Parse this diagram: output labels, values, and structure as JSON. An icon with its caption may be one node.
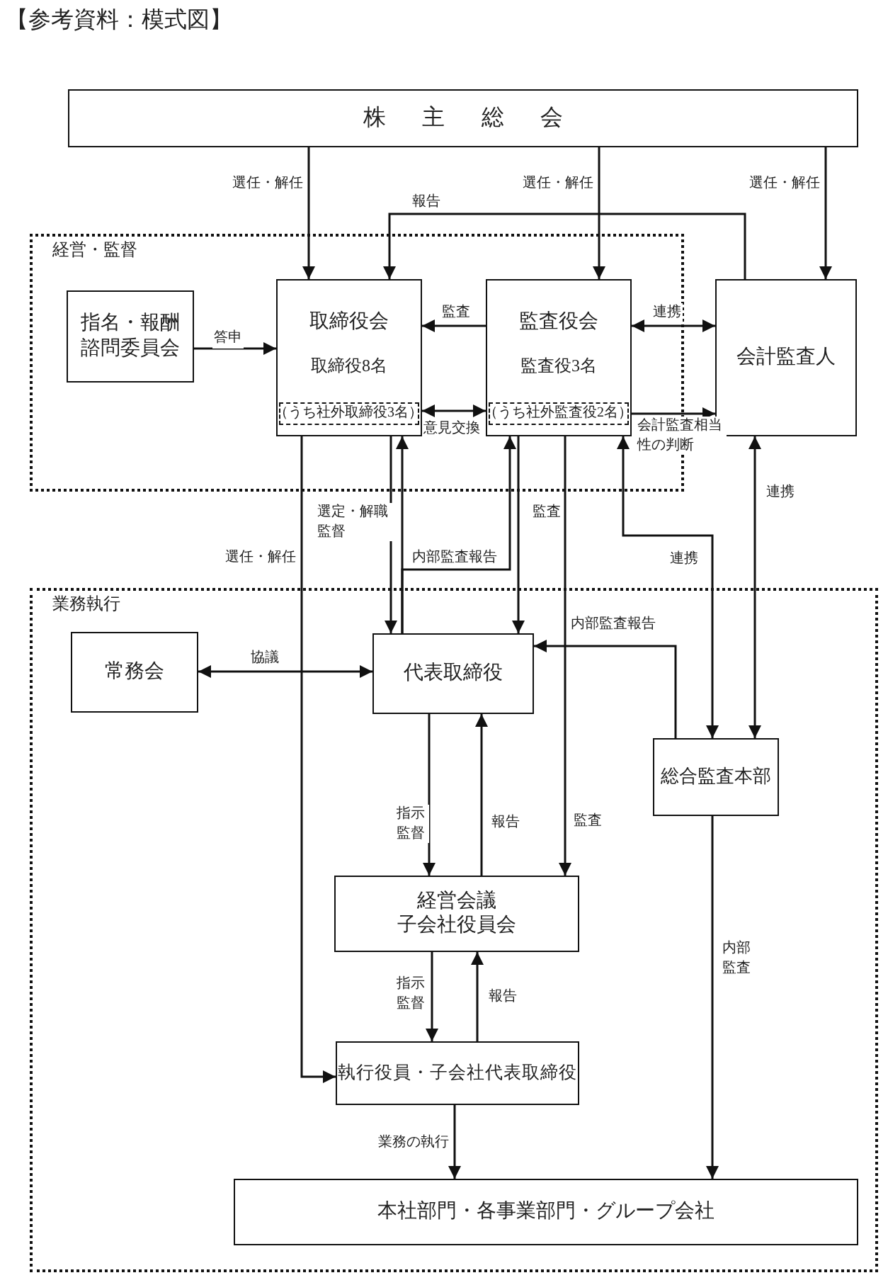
{
  "diagram": {
    "title": "【参考資料：模式図】",
    "nodes": [
      {
        "text": [
          "株主総会"
        ]
      },
      {
        "text": [
          "経営・監督"
        ]
      },
      {
        "text": [
          "指名・報酬諮問委員会"
        ],
        "in": 1
      },
      {
        "text": [
          "取締役会",
          "取締役8名"
        ],
        "in": 1
      },
      {
        "text": [
          "（うち社外取締役3名）"
        ],
        "in": 3
      },
      {
        "text": [
          "監査役会",
          "監査役3名"
        ],
        "in": 1
      },
      {
        "text": [
          "（うち社外監査役2名）"
        ],
        "in": 5
      },
      {
        "text": [
          "会計監査人"
        ]
      },
      {
        "text": [
          "業務執行"
        ]
      },
      {
        "text": [
          "常務会"
        ],
        "in": 8
      },
      {
        "text": [
          "代表取締役"
        ],
        "in": 8
      },
      {
        "text": [
          "総合監査本部"
        ],
        "in": 8
      },
      {
        "text": [
          "経営会議",
          "子会社役員会"
        ],
        "in": 8
      },
      {
        "text": [
          "執行役員・子会社代表取締役"
        ],
        "in": 8
      },
      {
        "text": [
          "本社部門・各事業部門・グループ会社"
        ],
        "in": 8
      }
    ],
    "edges": [
      {
        "from": 0,
        "to": 3,
        "arrow": "to",
        "label": "選任・解任"
      },
      {
        "from": 0,
        "to": 5,
        "arrow": "to",
        "label": "選任・解任"
      },
      {
        "from": 0,
        "to": 7,
        "arrow": "to",
        "label": "選任・解任"
      },
      {
        "from": 7,
        "to": 3,
        "arrow": "to",
        "label": "報告"
      },
      {
        "from": 2,
        "to": 3,
        "arrow": "to",
        "label": "答申"
      },
      {
        "from": 5,
        "to": 3,
        "arrow": "to",
        "label": "監査"
      },
      {
        "from": 5,
        "to": 7,
        "arrow": "both",
        "label": "連携"
      },
      {
        "from": 3,
        "to": 5,
        "arrow": "both",
        "label": "意見交換"
      },
      {
        "from": 5,
        "to": 7,
        "arrow": "to",
        "label": "会計監査相当性の判断"
      },
      {
        "from": 3,
        "to": 10,
        "arrow": "to",
        "label": "選定・解職監督"
      },
      {
        "from": 10,
        "to": 3,
        "arrow": "to"
      },
      {
        "from": 10,
        "to": 5,
        "arrow": "to",
        "label": "内部監査報告"
      },
      {
        "from": 5,
        "to": 10,
        "arrow": "to",
        "label": "監査"
      },
      {
        "from": 3,
        "to": 13,
        "arrow": "to",
        "label": "選任・解任"
      },
      {
        "from": 5,
        "to": 12,
        "arrow": "to",
        "label": "監査"
      },
      {
        "from": 11,
        "to": 5,
        "arrow": "both",
        "label": "連携"
      },
      {
        "from": 7,
        "to": 11,
        "arrow": "both",
        "label": "連携"
      },
      {
        "from": 9,
        "to": 10,
        "arrow": "both",
        "label": "協議"
      },
      {
        "from": 11,
        "to": 10,
        "arrow": "to",
        "label": "内部監査報告"
      },
      {
        "from": 10,
        "to": 12,
        "arrow": "to",
        "label": "指示監督"
      },
      {
        "from": 12,
        "to": 10,
        "arrow": "to",
        "label": "報告"
      },
      {
        "from": 12,
        "to": 13,
        "arrow": "to",
        "label": "指示監督"
      },
      {
        "from": 13,
        "to": 12,
        "arrow": "to",
        "label": "報告"
      },
      {
        "from": 13,
        "to": 14,
        "arrow": "to",
        "label": "業務の執行"
      },
      {
        "from": 11,
        "to": 14,
        "arrow": "to",
        "label": "内部監査"
      }
    ]
  }
}
